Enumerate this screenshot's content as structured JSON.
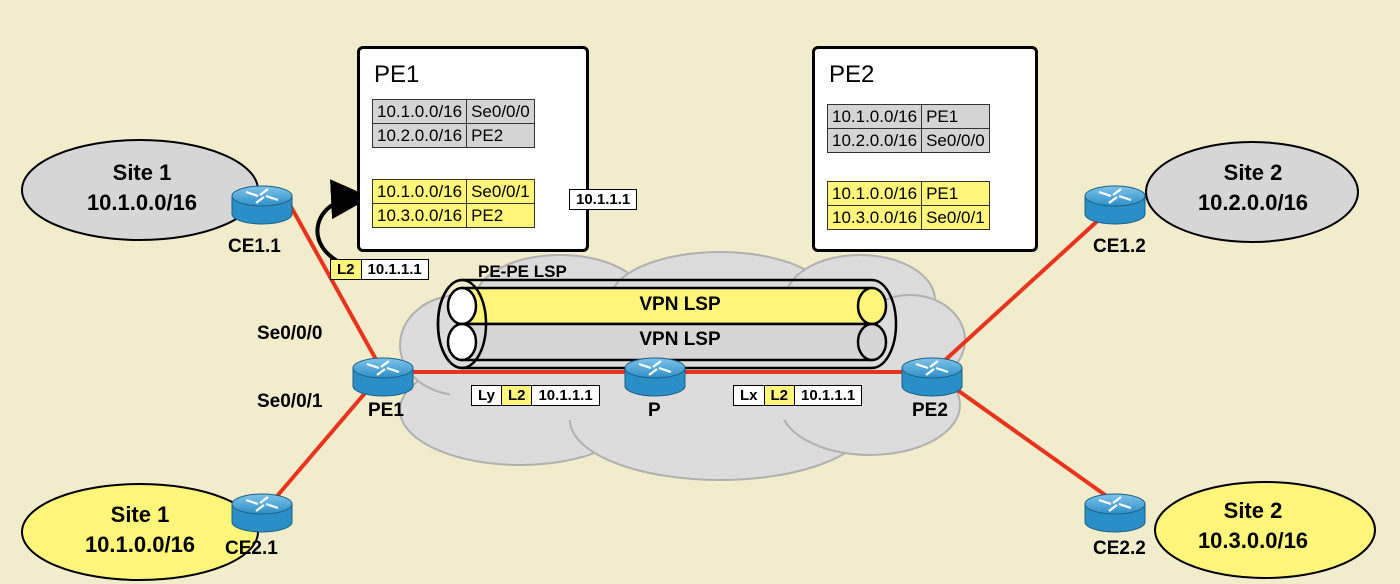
{
  "sites": {
    "site1_top": {
      "name": "Site 1",
      "prefix": "10.1.0.0/16"
    },
    "site1_bottom": {
      "name": "Site 1",
      "prefix": "10.1.0.0/16"
    },
    "site2_top": {
      "name": "Site 2",
      "prefix": "10.2.0.0/16"
    },
    "site2_bottom": {
      "name": "Site 2",
      "prefix": "10.3.0.0/16"
    }
  },
  "routers": {
    "ce11": "CE1.1",
    "ce21": "CE2.1",
    "pe1": "PE1",
    "p": "P",
    "pe2": "PE2",
    "ce12": "CE1.2",
    "ce22": "CE2.2"
  },
  "interfaces": {
    "se000": "Se0/0/0",
    "se001": "Se0/0/1"
  },
  "pe1_table": {
    "title": "PE1",
    "vrf1": [
      [
        "10.1.0.0/16",
        "Se0/0/0"
      ],
      [
        "10.2.0.0/16",
        "PE2"
      ]
    ],
    "vrf2": [
      [
        "10.1.0.0/16",
        "Se0/0/1"
      ],
      [
        "10.3.0.0/16",
        "PE2"
      ]
    ],
    "address": "10.1.1.1"
  },
  "pe2_table": {
    "title": "PE2",
    "vrf1": [
      [
        "10.1.0.0/16",
        "PE1"
      ],
      [
        "10.2.0.0/16",
        "Se0/0/0"
      ]
    ],
    "vrf2": [
      [
        "10.1.0.0/16",
        "PE1"
      ],
      [
        "10.3.0.0/16",
        "Se0/0/1"
      ]
    ]
  },
  "lsp": {
    "pe_pe": "PE-PE LSP",
    "vpn1": "VPN LSP",
    "vpn2": "VPN LSP"
  },
  "labels": {
    "top": {
      "l2": "L2",
      "addr": "10.1.1.1"
    },
    "pe1_p": {
      "outer": "Ly",
      "l2": "L2",
      "addr": "10.1.1.1"
    },
    "p_pe2": {
      "outer": "Lx",
      "l2": "L2",
      "addr": "10.1.1.1"
    }
  },
  "colors": {
    "link": "#e8341c",
    "yellow": "#fff57a",
    "gray": "#d4d4d4",
    "router": "#2a8fc6",
    "background": "#f1eccc"
  }
}
